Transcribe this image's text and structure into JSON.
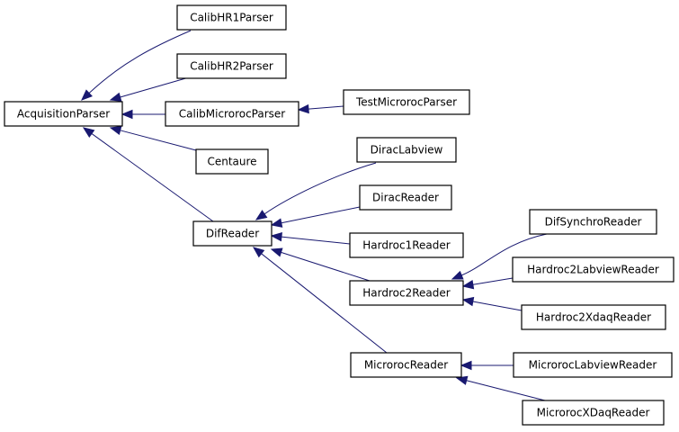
{
  "diagram": {
    "nodes": [
      {
        "id": "acquisition-parser",
        "label": "AcquisitionParser"
      },
      {
        "id": "calib-hr1-parser",
        "label": "CalibHR1Parser"
      },
      {
        "id": "calib-hr2-parser",
        "label": "CalibHR2Parser"
      },
      {
        "id": "calib-microroc-parser",
        "label": "CalibMicrorocParser"
      },
      {
        "id": "test-microroc-parser",
        "label": "TestMicrorocParser"
      },
      {
        "id": "centaure",
        "label": "Centaure"
      },
      {
        "id": "dif-reader",
        "label": "DifReader"
      },
      {
        "id": "dirac-labview",
        "label": "DiracLabview"
      },
      {
        "id": "dirac-reader",
        "label": "DiracReader"
      },
      {
        "id": "hardroc1-reader",
        "label": "Hardroc1Reader"
      },
      {
        "id": "hardroc2-reader",
        "label": "Hardroc2Reader"
      },
      {
        "id": "dif-synchro-reader",
        "label": "DifSynchroReader"
      },
      {
        "id": "hardroc2-labview-reader",
        "label": "Hardroc2LabviewReader"
      },
      {
        "id": "hardroc2-xdaq-reader",
        "label": "Hardroc2XdaqReader"
      },
      {
        "id": "microroc-reader",
        "label": "MicrorocReader"
      },
      {
        "id": "microroc-labview-reader",
        "label": "MicrorocLabviewReader"
      },
      {
        "id": "microroc-xdaq-reader",
        "label": "MicrorocXDaqReader"
      }
    ],
    "edges": [
      {
        "from": "calib-hr1-parser",
        "to": "acquisition-parser"
      },
      {
        "from": "calib-hr2-parser",
        "to": "acquisition-parser"
      },
      {
        "from": "calib-microroc-parser",
        "to": "acquisition-parser"
      },
      {
        "from": "centaure",
        "to": "acquisition-parser"
      },
      {
        "from": "dif-reader",
        "to": "acquisition-parser"
      },
      {
        "from": "test-microroc-parser",
        "to": "calib-microroc-parser"
      },
      {
        "from": "dirac-labview",
        "to": "dif-reader"
      },
      {
        "from": "dirac-reader",
        "to": "dif-reader"
      },
      {
        "from": "hardroc1-reader",
        "to": "dif-reader"
      },
      {
        "from": "hardroc2-reader",
        "to": "dif-reader"
      },
      {
        "from": "microroc-reader",
        "to": "dif-reader"
      },
      {
        "from": "dif-synchro-reader",
        "to": "hardroc2-reader"
      },
      {
        "from": "hardroc2-labview-reader",
        "to": "hardroc2-reader"
      },
      {
        "from": "hardroc2-xdaq-reader",
        "to": "hardroc2-reader"
      },
      {
        "from": "microroc-labview-reader",
        "to": "microroc-reader"
      },
      {
        "from": "microroc-xdaq-reader",
        "to": "microroc-reader"
      }
    ],
    "colors": {
      "edge": "#191970",
      "node_border": "#000000",
      "node_fill": "#ffffff",
      "background": "#ffffff"
    }
  }
}
